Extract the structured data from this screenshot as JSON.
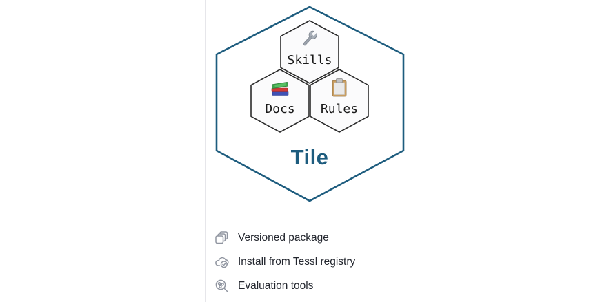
{
  "diagram": {
    "title": "Tile",
    "accent_color": "#1d5c7e",
    "outer_shape": "hexagon",
    "nodes": [
      {
        "label": "Skills",
        "icon": "wrench-icon"
      },
      {
        "label": "Docs",
        "icon": "books-icon"
      },
      {
        "label": "Rules",
        "icon": "clipboard-icon"
      }
    ]
  },
  "features": [
    {
      "label": "Versioned package",
      "icon": "versions-icon"
    },
    {
      "label": "Install from Tessl registry",
      "icon": "cloud-install-icon"
    },
    {
      "label": "Evaluation tools",
      "icon": "evaluation-icon"
    }
  ]
}
